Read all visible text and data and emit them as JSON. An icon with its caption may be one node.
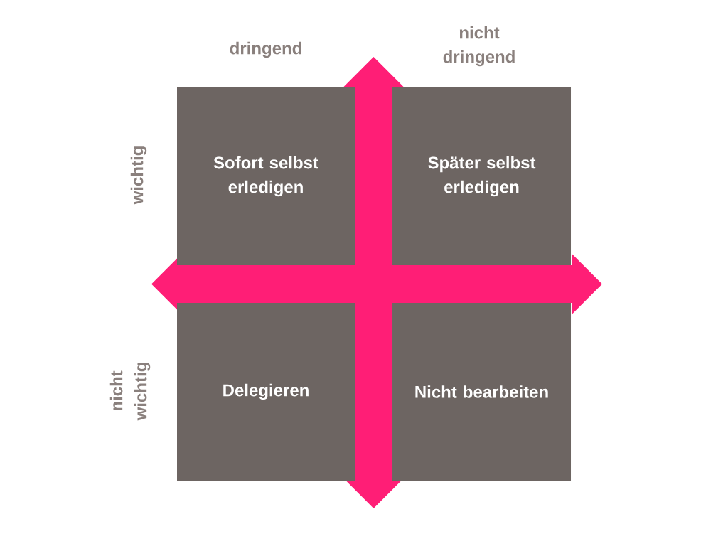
{
  "diagram": {
    "nodes": [
      {
        "text": [
          "Sofort selbst erledigen"
        ]
      },
      {
        "text": [
          "Später selbst erledigen"
        ]
      },
      {
        "text": [
          "Delegieren"
        ]
      },
      {
        "text": [
          "Nicht bearbeiten"
        ]
      }
    ],
    "labels": [
      "dringend",
      "nicht dringend",
      "wichtig",
      "nicht wichtig"
    ]
  }
}
